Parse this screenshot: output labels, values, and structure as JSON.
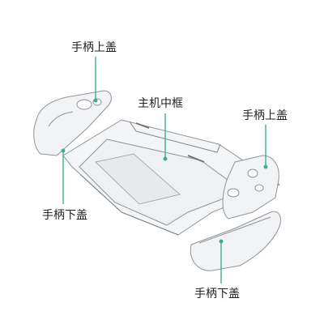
{
  "labels": {
    "top_left": "手柄上盖",
    "center": "主机中框",
    "top_right": "手柄上盖",
    "bottom_left": "手柄下盖",
    "bottom_right": "手柄下盖"
  },
  "colors": {
    "leader_line": "#3fae8c",
    "outline": "#9a9ea3",
    "outline_dark": "#6f7378",
    "surface": "#eef1f3"
  }
}
